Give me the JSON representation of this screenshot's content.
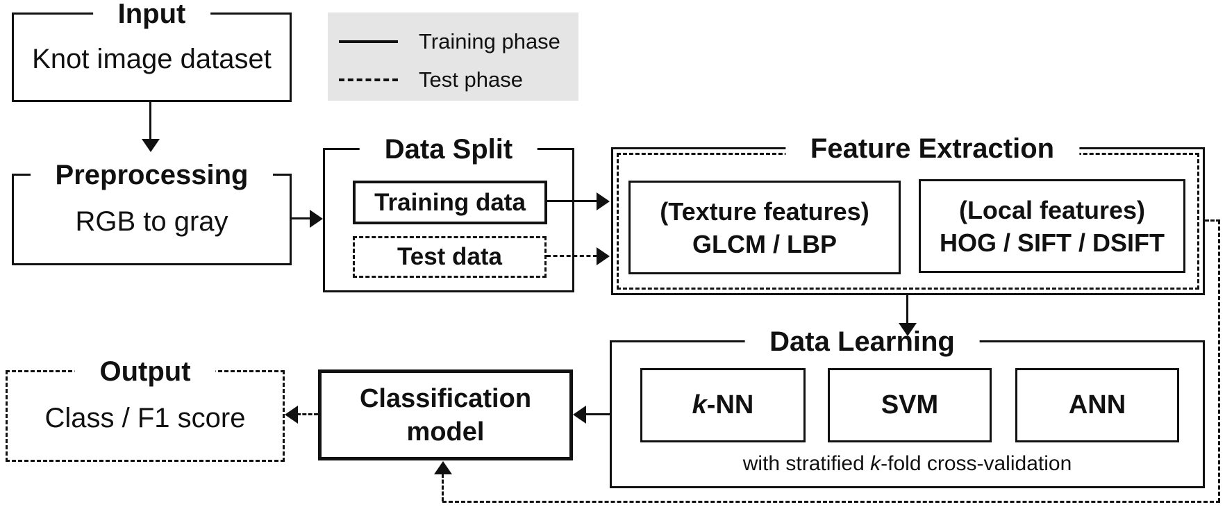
{
  "figure": {
    "type": "flowchart",
    "background": "#ffffff",
    "ink": "#111111"
  },
  "legend": {
    "bg": "#e5e5e5",
    "items": [
      {
        "line_style": "solid",
        "label": "Training phase"
      },
      {
        "line_style": "dashed",
        "label": "Test phase"
      }
    ]
  },
  "nodes": {
    "input": {
      "title": "Input",
      "content": "Knot image dataset"
    },
    "preprocessing": {
      "title": "Preprocessing",
      "content": "RGB to gray"
    },
    "data_split": {
      "title": "Data Split",
      "training": {
        "label": "Training data"
      },
      "test": {
        "label": "Test data"
      }
    },
    "feature_extraction": {
      "title": "Feature Extraction",
      "texture": {
        "line1": "(Texture features)",
        "line2": "GLCM / LBP"
      },
      "local": {
        "line1": "(Local features)",
        "line2": "HOG / SIFT / DSIFT"
      }
    },
    "data_learning": {
      "title": "Data Learning",
      "knn": {
        "italic": "k",
        "rest": "-NN"
      },
      "svm": {
        "label": "SVM"
      },
      "ann": {
        "label": "ANN"
      },
      "note": {
        "prefix": "with stratified ",
        "italic": "k",
        "suffix": "-fold cross-validation"
      }
    },
    "classification_model": {
      "line1": "Classification",
      "line2": "model"
    },
    "output": {
      "title": "Output",
      "content": "Class / F1 score"
    }
  },
  "edges": [
    {
      "from": "input",
      "to": "preprocessing",
      "phase": "training",
      "style": "solid"
    },
    {
      "from": "preprocessing",
      "to": "data_split",
      "phase": "training",
      "style": "solid"
    },
    {
      "from": "training_data",
      "to": "feature_extraction",
      "phase": "training",
      "style": "solid"
    },
    {
      "from": "test_data",
      "to": "feature_extraction",
      "phase": "test",
      "style": "dashed"
    },
    {
      "from": "feature_extraction",
      "to": "data_learning",
      "phase": "training",
      "style": "solid"
    },
    {
      "from": "data_learning",
      "to": "classification_model",
      "phase": "training",
      "style": "solid"
    },
    {
      "from": "feature_extraction",
      "to": "classification_model",
      "phase": "test",
      "style": "dashed"
    },
    {
      "from": "classification_model",
      "to": "output",
      "phase": "test",
      "style": "dashed"
    }
  ]
}
